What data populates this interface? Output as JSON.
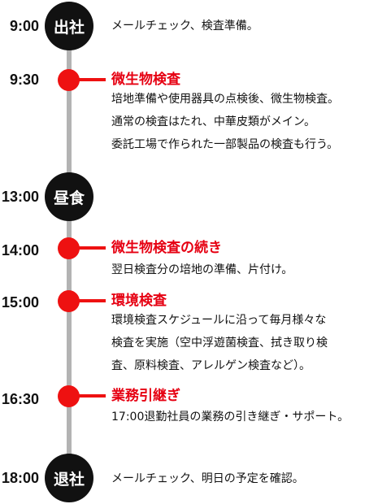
{
  "colors": {
    "accent": "#e60012",
    "dark": "#111111",
    "line": "#b3b3b3"
  },
  "events": [
    {
      "time": "9:00",
      "badge": "出社",
      "lines": [
        "メールチェック、検査準備。"
      ]
    },
    {
      "time": "9:30",
      "title": "微生物検査",
      "lines": [
        "培地準備や使用器具の点検後、微生物検査。",
        "通常の検査はたれ、中華皮類がメイン。",
        "委託工場で作られた一部製品の検査も行う。"
      ]
    },
    {
      "time": "13:00",
      "badge": "昼食"
    },
    {
      "time": "14:00",
      "title": "微生物検査の続き",
      "lines": [
        "翌日検査分の培地の準備、片付け。"
      ]
    },
    {
      "time": "15:00",
      "title": "環境検査",
      "lines": [
        "環境検査スケジュールに沿って毎月様々な",
        "検査を実施（空中浮遊菌検査、拭き取り検",
        "査、原料検査、アレルゲン検査など）。"
      ]
    },
    {
      "time": "16:30",
      "title": "業務引継ぎ",
      "lines": [
        "17:00退勤社員の業務の引き継ぎ・サポート。"
      ]
    },
    {
      "time": "18:00",
      "badge": "退社",
      "lines": [
        "メールチェック、明日の予定を確認。"
      ]
    }
  ]
}
